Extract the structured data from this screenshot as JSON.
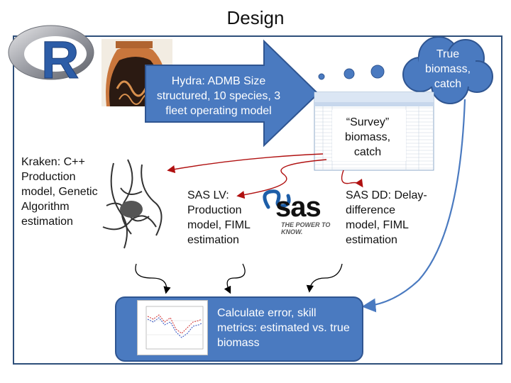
{
  "slide": {
    "title": "Design"
  },
  "hydra": {
    "label": "Hydra: ADMB Size structured, 10 species, 3 fleet operating model"
  },
  "cloud": {
    "label": "True biomass, catch"
  },
  "survey": {
    "label": "“Survey” biomass, catch"
  },
  "kraken": {
    "label": "Kraken: C++ Production model, Genetic Algorithm estimation"
  },
  "sas_lv": {
    "label": "SAS LV: Production model, FIML estimation"
  },
  "sas_dd": {
    "label": "SAS DD: Delay-difference model, FIML estimation"
  },
  "sas_logo": {
    "wordmark": "sas",
    "tagline": "THE POWER TO KNOW."
  },
  "calculate": {
    "label": "Calculate  error, skill metrics: estimated vs. true biomass"
  },
  "r_logo": {
    "letter": "R"
  },
  "colors": {
    "frame": "#2e4f7a",
    "blue_fill": "#4a7ac0",
    "blue_border": "#2f5591",
    "red_arrow": "#b01010",
    "black_arrow": "#000000",
    "blue_arrow": "#4a7ac0"
  }
}
